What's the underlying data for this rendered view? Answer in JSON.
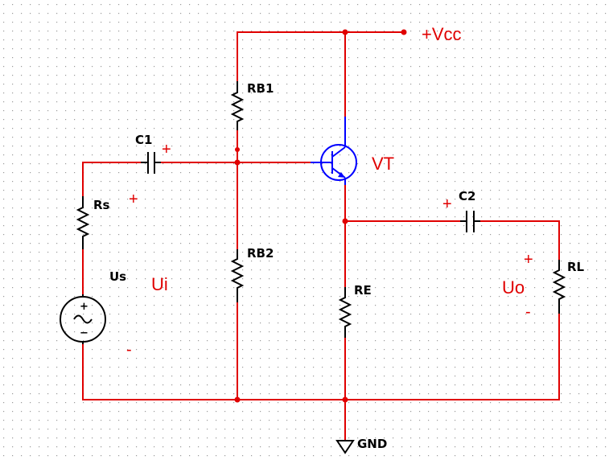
{
  "labels": {
    "vcc": "+Vcc",
    "gnd": "GND",
    "rb1": "RB1",
    "rb2": "RB2",
    "re": "RE",
    "rl": "RL",
    "rs": "Rs",
    "c1": "C1",
    "c2": "C2",
    "us": "Us",
    "vt": "VT",
    "ui": "Ui",
    "uo": "Uo"
  },
  "polarity": {
    "c1_plus": "+",
    "c2_plus": "+",
    "ui_plus": "+",
    "ui_minus": "-",
    "uo_plus": "+",
    "uo_minus": "-",
    "source_plus": "+",
    "source_minus": "−"
  },
  "colors": {
    "wire": "#e00000",
    "component": "#000000",
    "transistor": "#0000ff",
    "grid_dot": "#9a9a9a"
  }
}
